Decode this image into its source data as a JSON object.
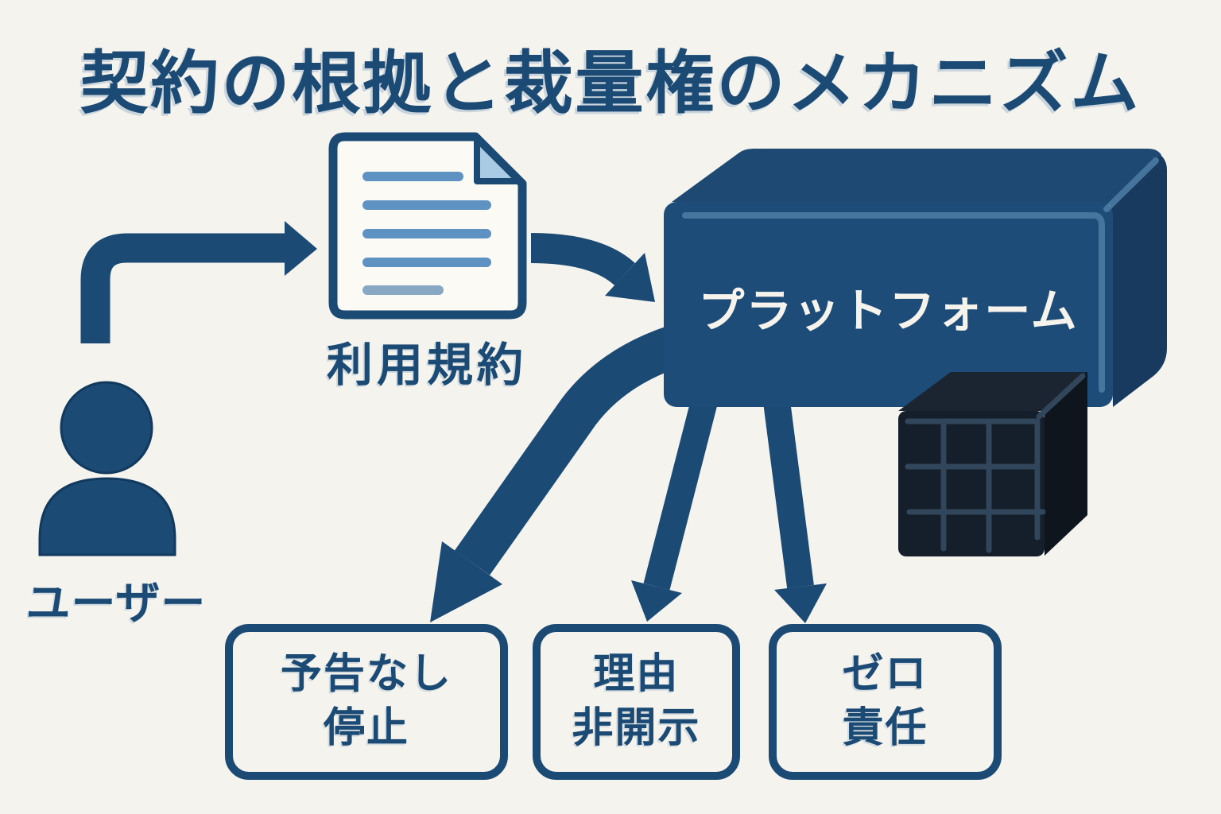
{
  "title": "契約の根拠と裁量権のメカニズム",
  "nodes": {
    "user": {
      "label": "ユーザー",
      "icon": "person-icon"
    },
    "terms": {
      "label": "利用規約",
      "icon": "document-icon"
    },
    "platform": {
      "label": "プラットフォーム",
      "icon": "blue-3d-box"
    },
    "black_box": {
      "icon": "black-cube-grid-icon"
    },
    "outcomes": [
      {
        "id": "no-notice-suspension",
        "label": "予告なし\n停止"
      },
      {
        "id": "reason-nondisclosure",
        "label": "理由\n非開示"
      },
      {
        "id": "zero-liability",
        "label": "ゼロ\n責任"
      }
    ]
  },
  "edges": [
    {
      "from": "user",
      "to": "terms",
      "style": "elbow-arrow"
    },
    {
      "from": "terms",
      "to": "platform",
      "style": "curved-arrow"
    },
    {
      "from": "platform",
      "to": "outcomes.0",
      "style": "long-curved-arrow"
    },
    {
      "from": "platform",
      "to": "outcomes.1",
      "style": "straight-arrow"
    },
    {
      "from": "platform",
      "to": "outcomes.2",
      "style": "straight-arrow"
    }
  ],
  "colors": {
    "background": "#f5f3ee",
    "primary": "#1b4a74",
    "platform_front": "#1e4c78",
    "platform_top": "#1d4973",
    "platform_side": "#173a5e",
    "platform_highlight": "#4a7aa2",
    "platform_text": "#f6f3ec",
    "cube_front": "#141f2b",
    "cube_top": "#1a2531",
    "cube_side": "#0e151d",
    "cube_grid": "#31465a",
    "doc_fill": "#fbfaf5",
    "doc_line": "#5d92c3",
    "doc_line_muted": "#87a7c2",
    "doc_fold": "#a9cbe3"
  }
}
